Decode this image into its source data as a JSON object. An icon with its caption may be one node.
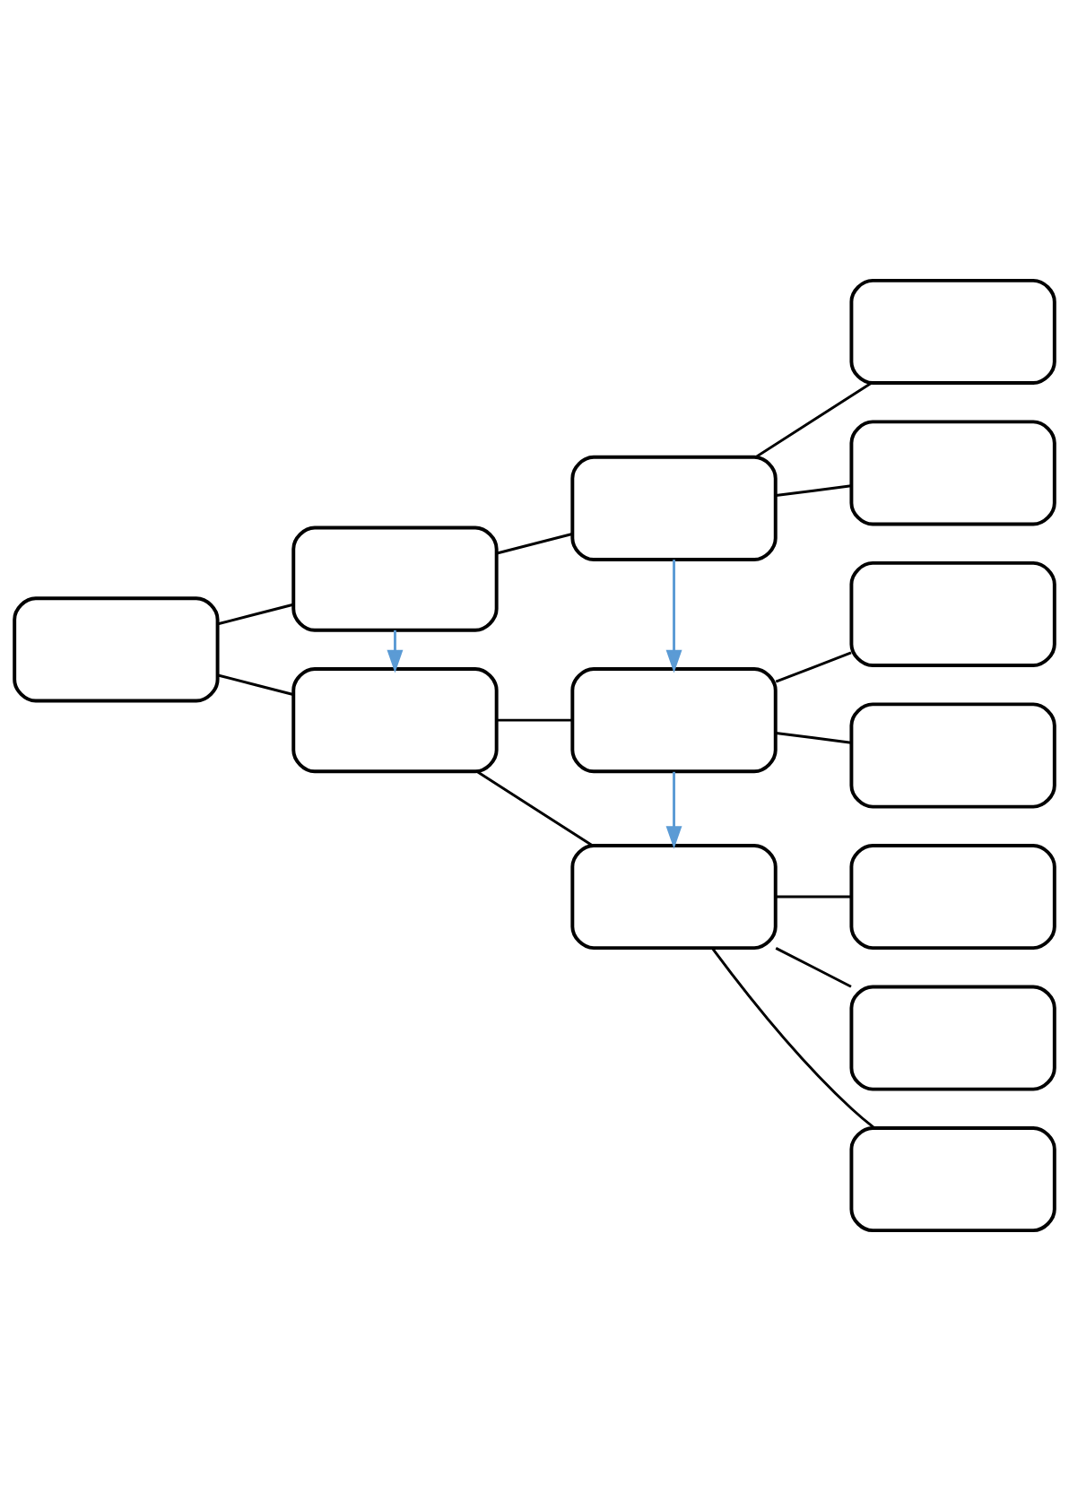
{
  "diagram": {
    "nodes": [
      {
        "text": [],
        "shape": "box"
      },
      {
        "text": [],
        "shape": "box"
      },
      {
        "text": [],
        "shape": "box"
      },
      {
        "text": [],
        "shape": "box"
      },
      {
        "text": [],
        "shape": "box"
      },
      {
        "text": [],
        "shape": "box"
      },
      {
        "text": [],
        "shape": "box"
      },
      {
        "text": [],
        "shape": "box"
      },
      {
        "text": [],
        "shape": "box"
      },
      {
        "text": [],
        "shape": "box"
      },
      {
        "text": [],
        "shape": "box"
      },
      {
        "text": [],
        "shape": "box"
      },
      {
        "text": [],
        "shape": "box"
      }
    ],
    "edges": [
      {
        "from": 0,
        "to": 1,
        "arrow": "none"
      },
      {
        "from": 0,
        "to": 2,
        "arrow": "none"
      },
      {
        "from": 1,
        "to": 3,
        "arrow": "none"
      },
      {
        "from": 2,
        "to": 4,
        "arrow": "none"
      },
      {
        "from": 2,
        "to": 5,
        "arrow": "none"
      },
      {
        "from": 3,
        "to": 6,
        "arrow": "none"
      },
      {
        "from": 3,
        "to": 7,
        "arrow": "none"
      },
      {
        "from": 4,
        "to": 8,
        "arrow": "none"
      },
      {
        "from": 4,
        "to": 9,
        "arrow": "none"
      },
      {
        "from": 5,
        "to": 10,
        "arrow": "none"
      },
      {
        "from": 5,
        "to": 11,
        "arrow": "none"
      },
      {
        "from": 5,
        "to": 12,
        "arrow": "none"
      },
      {
        "from": 1,
        "to": 2,
        "arrow": "to",
        "color": "#5b9bd5"
      },
      {
        "from": 3,
        "to": 4,
        "arrow": "to",
        "color": "#5b9bd5"
      },
      {
        "from": 4,
        "to": 5,
        "arrow": "to",
        "color": "#5b9bd5"
      }
    ]
  }
}
